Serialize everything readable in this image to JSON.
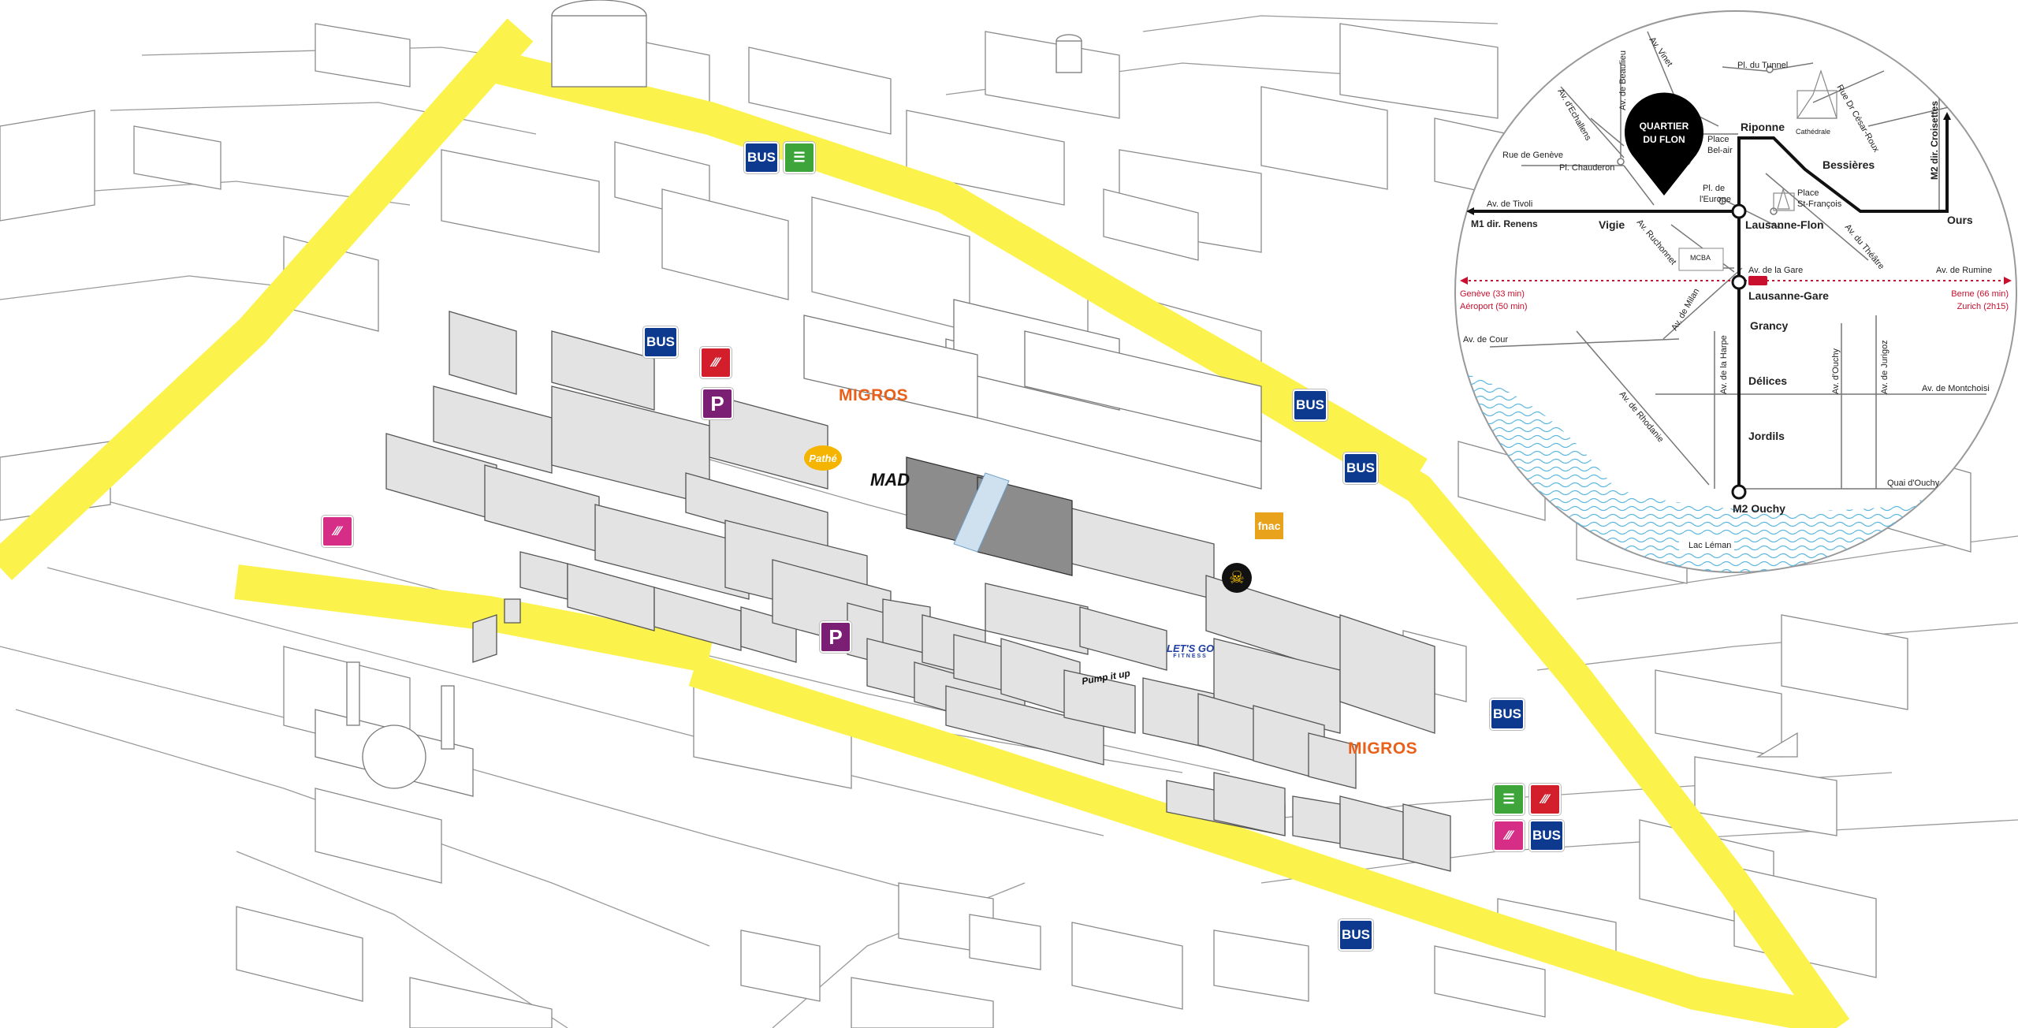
{
  "colors": {
    "road": "#fbf34b",
    "building": "#e3e3e3",
    "building_dark": "#8c8c8c",
    "bus": "#0d3a8e",
    "parking": "#7a1f74",
    "metro": "#3da53a",
    "tl": "#d21f2b",
    "lakeflon": "#d62e86",
    "rail": "#c8102e",
    "migros": "#e8601a",
    "lake": "#7fc6e6"
  },
  "map": {
    "bus_label": "BUS",
    "parking_label": "P",
    "migros_label": "MIGROS",
    "mad_label": "MAD",
    "lets_go_label": "LET'S GO",
    "fitness_label": "FITNESS",
    "fnac_label": "fnac",
    "pathe_label": "Pathé",
    "pump_label": "Pump it up"
  },
  "inset": {
    "pin": {
      "line1": "QUARTIER",
      "line2": "DU FLON"
    },
    "stations": {
      "lausanne_flon": "Lausanne-Flon",
      "lausanne_gare": "Lausanne-Gare",
      "riponne": "Riponne",
      "bessieres": "Bessières",
      "ours": "Ours",
      "vigie": "Vigie",
      "grancy": "Grancy",
      "delices": "Délices",
      "jordils": "Jordils",
      "ouchy": "M2 Ouchy"
    },
    "lines": {
      "m1": "M1 dir. Renens",
      "m2": "M2 dir. Croisettes"
    },
    "streets": {
      "av_vinet": "Av. Vinet",
      "av_beaulieu": "Av. de Beaulieu",
      "av_echallens": "Av. d'Echallens",
      "rue_geneve": "Rue de Genève",
      "pl_chauderon": "Pl. Chauderon",
      "place_bel_air_1": "Place",
      "place_bel_air_2": "Bel-air",
      "pl_tunnel": "Pl. du Tunnel",
      "cathedrale": "Cathédrale",
      "rue_cesar_roux": "Rue Dr César-Roux",
      "av_tivoli": "Av. de Tivoli",
      "pl_europe_1": "Pl. de",
      "pl_europe_2": "l'Europe",
      "place_st_francois_1": "Place",
      "place_st_francois_2": "St-François",
      "av_ruchonnet": "Av. Ruchonnet",
      "av_theatre": "Av. du Théâtre",
      "mcba": "MCBA",
      "av_gare": "Av. de la Gare",
      "av_rumine": "Av. de Rumine",
      "av_milan": "Av. de Milan",
      "av_cour": "Av. de Cour",
      "av_harpe": "Av. de la Harpe",
      "av_ouchy": "Av. d'Ouchy",
      "av_jurigoz": "Av. de Jurigoz",
      "av_rhodanie": "Av. de Rhodanie",
      "av_montchoisi": "Av. de Montchoisi",
      "quai_ouchy": "Quai d'Ouchy",
      "lac_leman": "Lac Léman"
    },
    "rail": {
      "geneve": "Genève (33 min)",
      "aeroport": "Aéroport (50 min)",
      "berne": "Berne (66 min)",
      "zurich": "Zurich (2h15)"
    }
  }
}
